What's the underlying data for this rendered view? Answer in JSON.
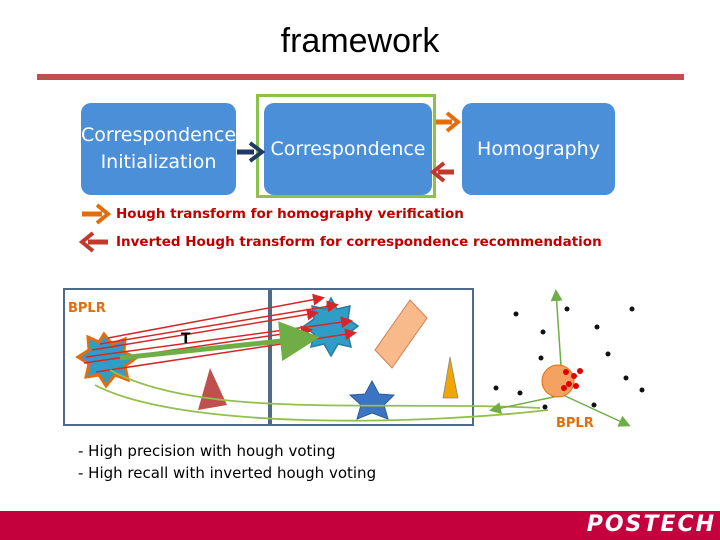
{
  "title": "framework",
  "boxes": {
    "initialization_line1": "Correspondence",
    "initialization_line2": "Initialization",
    "correspondence": "Correspondence",
    "homography": "Homography"
  },
  "legend": {
    "forward": "Hough transform for homography verification",
    "inverted": "Inverted Hough transform for correspondence recommendation"
  },
  "figure": {
    "bplr_left": "BPLR",
    "bplr_right": "BPLR",
    "transform_label": "T"
  },
  "bullets": [
    "- High precision with hough voting",
    "- High recall with inverted hough voting"
  ],
  "footer": {
    "logo": "POSTECH"
  },
  "colors": {
    "title_rule": "#c0504d",
    "box_fill": "#4a8fd8",
    "highlight_frame": "#8bc34a",
    "forward_arrow": "#e46c0a",
    "inverted_arrow": "#c0392b",
    "legend_text": "#c00000",
    "footer": "#c4003d"
  }
}
